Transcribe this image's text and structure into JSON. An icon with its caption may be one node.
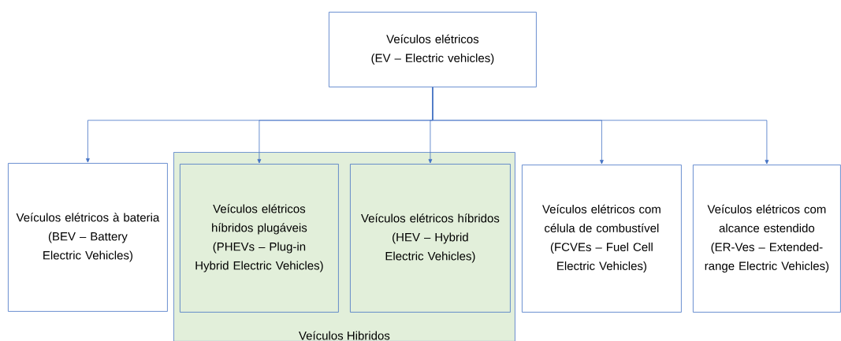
{
  "diagram": {
    "nodes": [
      {
        "text": [
          "Veículos elétricos",
          "(EV – Electric vehicles)"
        ]
      },
      {
        "text": [
          "Veículos elétricos à bateria",
          "(BEV –  Battery Electric Vehicles)"
        ]
      },
      {
        "text": [
          "Veículos Hibridos"
        ]
      },
      {
        "text": [
          "Veículos elétricos híbridos plugáveis",
          "(PHEVs – Plug-in Hybrid Electric Vehicles)"
        ],
        "in": 2
      },
      {
        "text": [
          "Veículos elétricos híbridos",
          "(HEV –  Hybrid Electric Vehicles)"
        ],
        "in": 2
      },
      {
        "text": [
          "Veículos elétricos com célula de combustível",
          "(FCVEs – Fuel Cell Electric Vehicles)"
        ]
      },
      {
        "text": [
          "Veículos elétricos com alcance estendido",
          "(ER-Ves – Extended-range Electric Vehicles)"
        ]
      }
    ],
    "edges": [
      {
        "from": 0,
        "to": 1,
        "arrow": "to"
      },
      {
        "from": 0,
        "to": 3,
        "arrow": "to"
      },
      {
        "from": 0,
        "to": 4,
        "arrow": "to"
      },
      {
        "from": 0,
        "to": 5,
        "arrow": "to"
      },
      {
        "from": 0,
        "to": 6,
        "arrow": "to"
      }
    ]
  }
}
